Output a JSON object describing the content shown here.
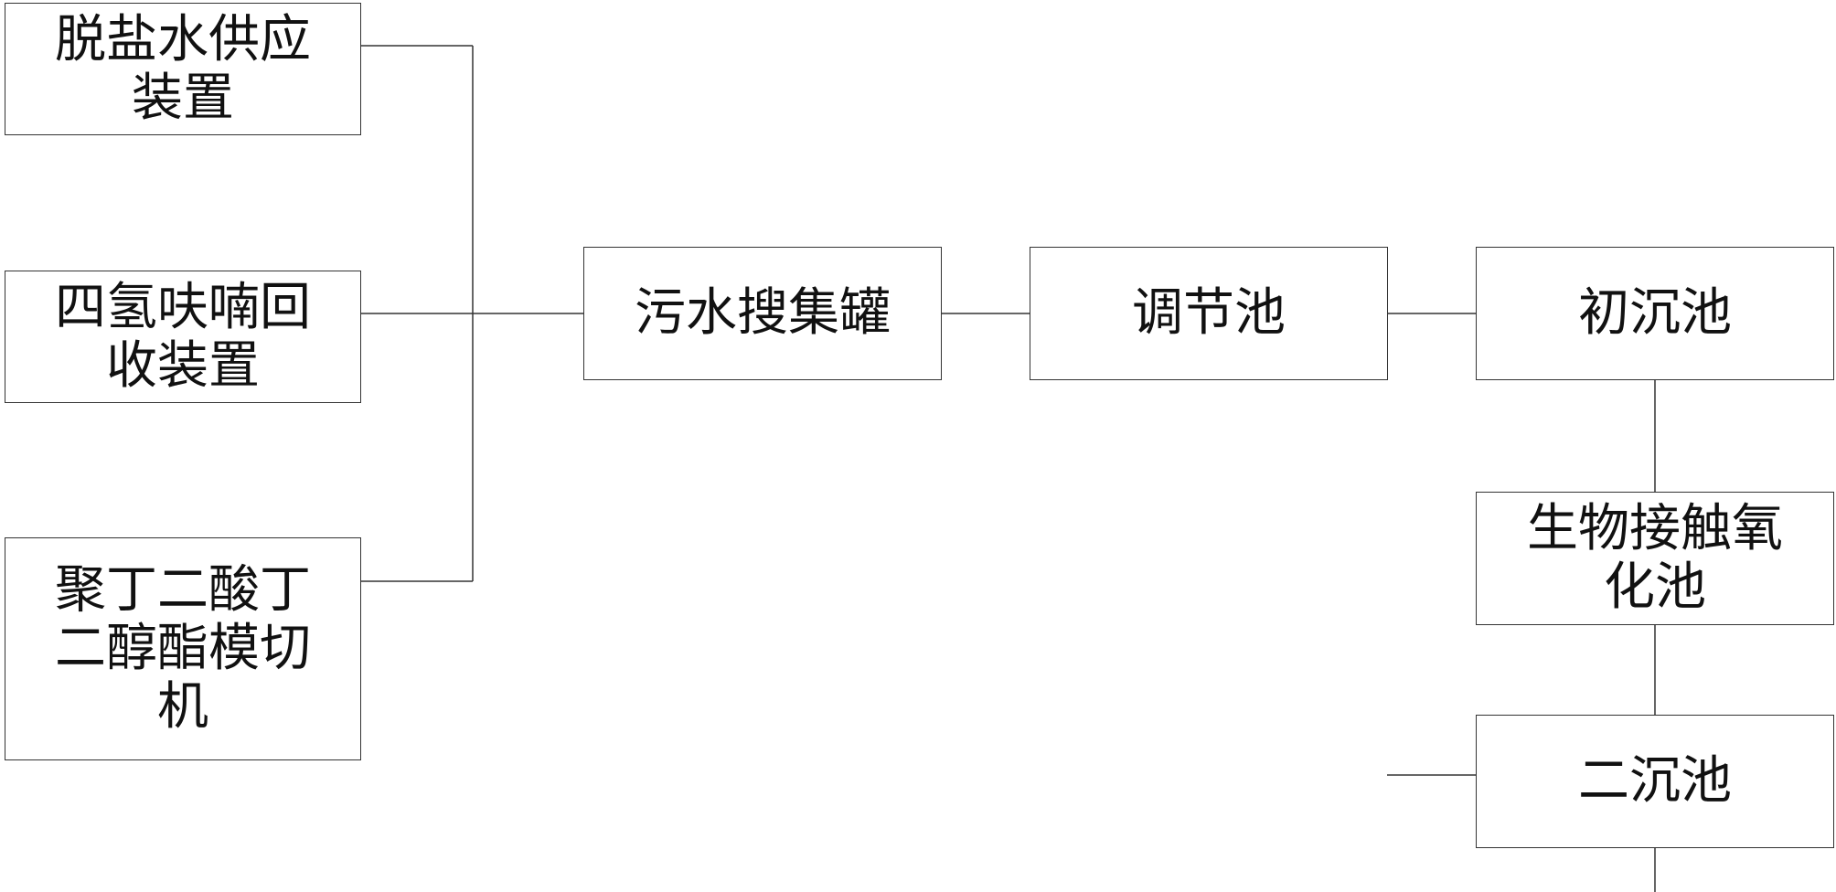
{
  "diagram": {
    "nodes": {
      "desalted_water": "脱盐水供应\n装置",
      "thf_recovery": "四氢呋喃回\n收装置",
      "pbs_cutter": "聚丁二酸丁\n二醇酯模切\n机",
      "sewage_tank": "污水搜集罐",
      "regulating_pool": "调节池",
      "primary_sedimentation": "初沉池",
      "bio_contact_oxidation": "生物接触氧\n化池",
      "secondary_sedimentation": "二沉池"
    },
    "colors": {
      "line": "#333333",
      "text": "#111111",
      "background": "#ffffff"
    }
  }
}
